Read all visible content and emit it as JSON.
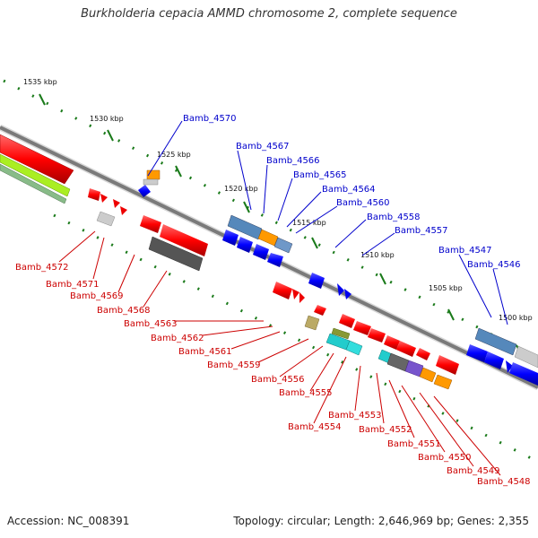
{
  "title": "Burkholderia cepacia AMMD chromosome 2, complete sequence",
  "footer": {
    "accession": "Accession: NC_008391",
    "summary": "Topology: circular; Length: 2,646,969 bp; Genes: 2,355"
  },
  "colors": {
    "forward_label": "#0000cc",
    "reverse_label": "#cc0000",
    "tick": "#1a7a1a",
    "backbone": "#808080"
  },
  "ticks": [
    "1535 kbp",
    "1530 kbp",
    "1525 kbp",
    "1520 kbp",
    "1515 kbp",
    "1510 kbp",
    "1505 kbp",
    "1500 kbp"
  ],
  "forward_genes": [
    "Bamb_4570",
    "Bamb_4567",
    "Bamb_4566",
    "Bamb_4565",
    "Bamb_4564",
    "Bamb_4560",
    "Bamb_4558",
    "Bamb_4557",
    "Bamb_4547",
    "Bamb_4546"
  ],
  "reverse_genes": [
    "Bamb_4572",
    "Bamb_4571",
    "Bamb_4569",
    "Bamb_4568",
    "Bamb_4563",
    "Bamb_4562",
    "Bamb_4561",
    "Bamb_4559",
    "Bamb_4556",
    "Bamb_4555",
    "Bamb_4554",
    "Bamb_4553",
    "Bamb_4552",
    "Bamb_4551",
    "Bamb_4550",
    "Bamb_4549",
    "Bamb_4548"
  ]
}
